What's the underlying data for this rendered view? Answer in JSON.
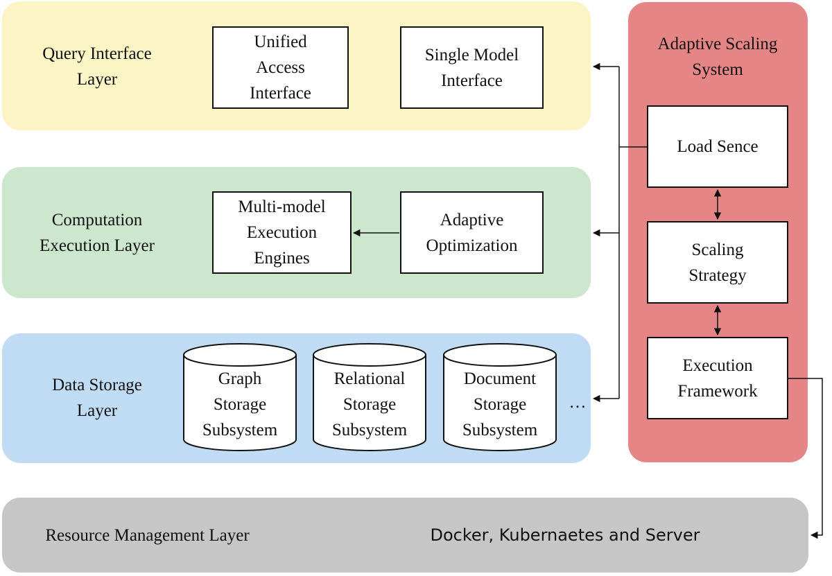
{
  "layers": {
    "query": {
      "title_lines": [
        "Query Interface",
        "Layer"
      ],
      "boxes": [
        {
          "lines": [
            "Unified",
            "Access",
            "Interface"
          ]
        },
        {
          "lines": [
            "Single Model",
            "Interface"
          ]
        }
      ],
      "color": "#fbf5c6"
    },
    "computation": {
      "title_lines": [
        "Computation",
        "Execution Layer"
      ],
      "boxes": [
        {
          "lines": [
            "Multi-model",
            "Execution",
            "Engines"
          ]
        },
        {
          "lines": [
            "Adaptive",
            "Optimization"
          ]
        }
      ],
      "color": "#cde7cf"
    },
    "storage": {
      "title_lines": [
        "Data Storage",
        "Layer"
      ],
      "cylinders": [
        {
          "lines": [
            "Graph",
            "Storage",
            "Subsystem"
          ]
        },
        {
          "lines": [
            "Relational",
            "Storage",
            "Subsystem"
          ]
        },
        {
          "lines": [
            "Document",
            "Storage",
            "Subsystem"
          ]
        }
      ],
      "ellipsis": "…",
      "color": "#c0dcf5"
    },
    "resource": {
      "title": "Resource Management Layer",
      "detail": "Docker, Kubernaetes and Server",
      "color": "#c6c6c6"
    }
  },
  "scaling": {
    "title_lines": [
      "Adaptive Scaling",
      "System"
    ],
    "boxes": [
      {
        "lines": [
          "Load Sence"
        ]
      },
      {
        "lines": [
          "Scaling",
          "Strategy"
        ]
      },
      {
        "lines": [
          "Execution",
          "Framework"
        ]
      }
    ],
    "color": "#e68585"
  }
}
